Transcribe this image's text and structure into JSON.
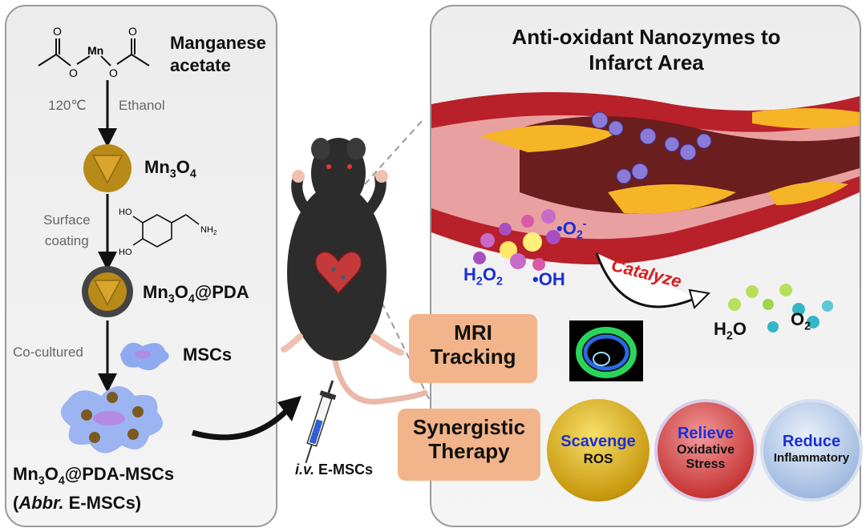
{
  "left": {
    "precursor": "Manganese acetate",
    "precursor_line1": "Manganese",
    "precursor_line2": "acetate",
    "mn_atom": "Mn",
    "o_atom": "O",
    "cond_temp": "120℃",
    "cond_solvent": "Ethanol",
    "product1": "Mn",
    "product1_sub1": "3",
    "product1_o": "O",
    "product1_sub2": "4",
    "step2_line1": "Surface",
    "step2_line2": "coating",
    "ho": "HO",
    "nh2": "NH",
    "nh2_sub": "2",
    "product2_suffix": "@PDA",
    "step3": "Co-cultured",
    "msc_label": "MSCs",
    "final_suffix": "@PDA-MSCs",
    "abbr_open": "(",
    "abbr_italic": "Abbr.",
    "abbr_rest": " E-MSCs)"
  },
  "center": {
    "iv_italic": "i.v.",
    "iv_rest": " E-MSCs"
  },
  "right": {
    "title_line1": "Anti-oxidant Nanozymes to",
    "title_line2": "Infarct Area",
    "h2o2_h": "H",
    "h2o2_sub1": "2",
    "h2o2_o": "O",
    "h2o2_sub2": "2",
    "oh": "•OH",
    "o2_radical": "•O",
    "o2_radical_sub": "2",
    "o2_radical_sup": "-",
    "catalyze": "Catalyze",
    "h2o_h": "H",
    "h2o_sub": "2",
    "h2o_o": "O",
    "o2_o": "O",
    "o2_sub": "2"
  },
  "boxes": {
    "mri_line1": "MRI",
    "mri_line2": "Tracking",
    "therapy_line1": "Synergistic",
    "therapy_line2": "Therapy"
  },
  "circles": [
    {
      "title": "Scavenge",
      "sub": "ROS"
    },
    {
      "title": "Relieve",
      "sub1": "Oxidative",
      "sub2": "Stress"
    },
    {
      "title": "Reduce",
      "sub": "Inflammatory"
    }
  ],
  "colors": {
    "orange_box": "#f2b48a",
    "title_blue": "#1a2fd6",
    "catalyze_red": "#d81e1e",
    "vessel_red": "#b8202a",
    "plaque_yellow": "#f5b526",
    "nanozyme_purple": "#8a7bd8"
  }
}
